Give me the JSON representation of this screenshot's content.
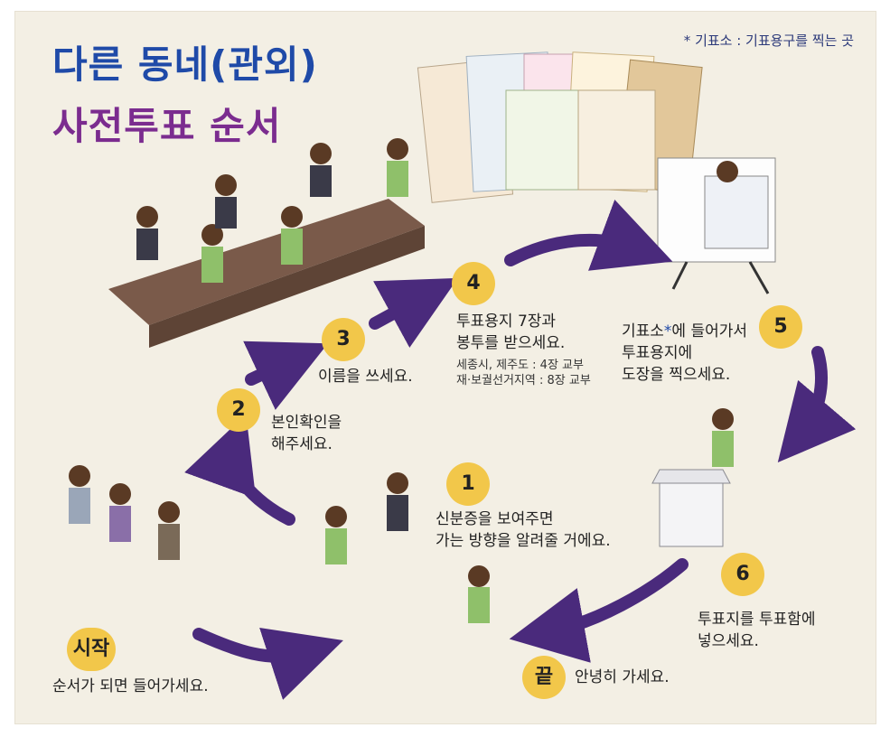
{
  "title": {
    "line1": "다른 동네(관외)",
    "line2": "사전투표 순서"
  },
  "note": "* 기표소 : 기표용구를 찍는 곳",
  "steps": {
    "start": {
      "badge": "시작",
      "text": "순서가 되면 들어가세요."
    },
    "s1": {
      "badge": "1",
      "line1": "신분증을 보여주면",
      "line2": "가는 방향을 알려줄 거에요."
    },
    "s2": {
      "badge": "2",
      "line1": "본인확인을",
      "line2": "해주세요."
    },
    "s3": {
      "badge": "3",
      "text": "이름을 쓰세요."
    },
    "s4": {
      "badge": "4",
      "line1": "투표용지 7장과",
      "line2": "봉투를 받으세요.",
      "sub1": "세종시, 제주도 : 4장 교부",
      "sub2": "재·보궐선거지역 : 8장 교부"
    },
    "s5": {
      "badge": "5",
      "line1a": "기표소",
      "line1star": "*",
      "line1b": "에 들어가서",
      "line2": "투표용지에",
      "line3": "도장을 찍으세요."
    },
    "s6": {
      "badge": "6",
      "line1": "투표지를 투표함에",
      "line2": "넣으세요."
    },
    "end": {
      "badge": "끝",
      "text": "안녕히 가세요."
    }
  },
  "colors": {
    "arrow": "#4a2a7c",
    "badge": "#f2c74a",
    "title1": "#1f4aa8",
    "title2": "#7b2c8f"
  }
}
